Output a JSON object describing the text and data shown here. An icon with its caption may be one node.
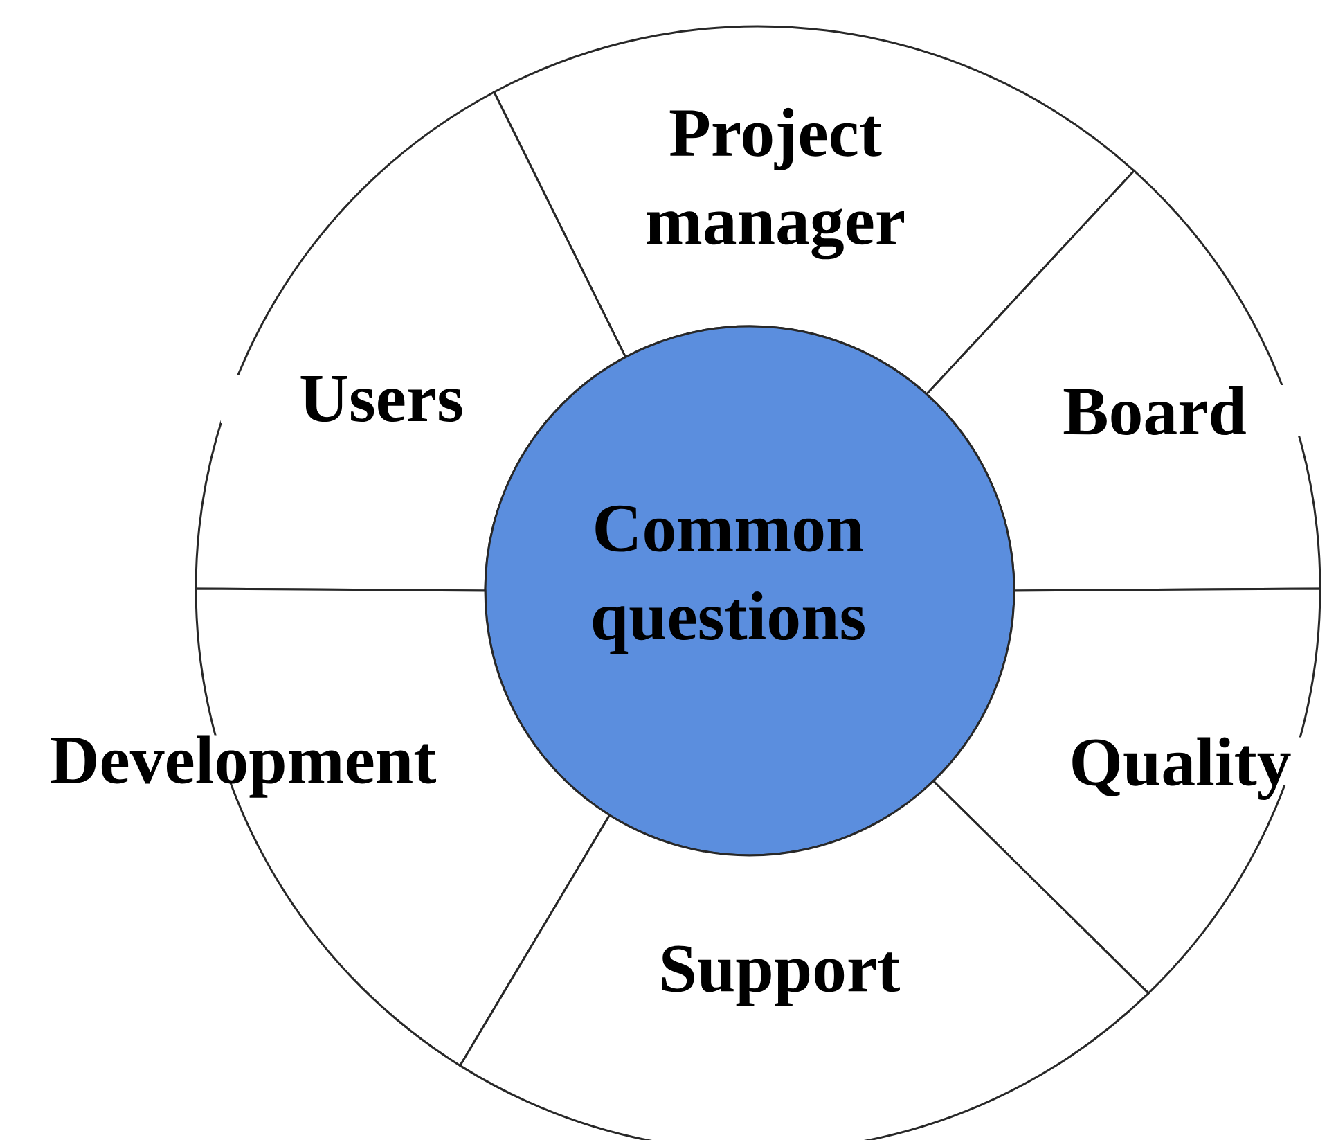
{
  "diagram": {
    "nodes": [
      {
        "text": [
          "Project manager"
        ]
      },
      {
        "text": [
          "Users"
        ]
      },
      {
        "text": [
          "Board"
        ]
      },
      {
        "text": [
          "Common questions"
        ]
      },
      {
        "text": [
          "Development"
        ]
      },
      {
        "text": [
          "Quality"
        ]
      },
      {
        "text": [
          "Support"
        ]
      }
    ]
  }
}
